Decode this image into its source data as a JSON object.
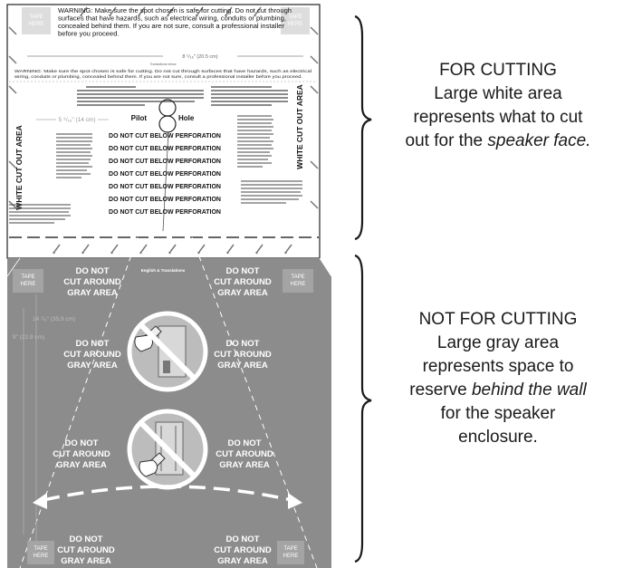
{
  "template": {
    "tape_label": [
      "TAPE",
      "HERE"
    ],
    "warning_main": [
      "WARNING: Make sure the spot chosen is safe for cutting. Do not cut through",
      "surfaces that have hazards, such as electrical wiring, conduits or plumbing,",
      "concealed behind them. If you are not sure, consult a professional installer",
      "before you proceed."
    ],
    "warning_secondary": [
      "WARNING: Make sure the spot chosen is safe for cutting. Do not cut through surfaces that have hazards, such as electrical",
      "wiring, conduits or plumbing, concealed behind them. If you are not sure, consult a professional installer before you proceed."
    ],
    "width_dimension": "8 ⁵/₁₆\" (20.5 cm)",
    "translations": "Translations below",
    "inner_dimension": "5 ⁹/₁₆\" (14 cm)",
    "white_cut_out_area": "WHITE CUT OUT AREA",
    "pilot_label": "Pilot",
    "hole_label": "Hole",
    "do_not_cut_below": "DO NOT CUT BELOW PERFORATION",
    "gray_area_label": [
      "DO NOT",
      "CUT AROUND",
      "GRAY AREA"
    ],
    "english_translations": "English & Translations",
    "gray_dimension_1": "14 ¹/₈\" (35.9 cm)",
    "gray_dimension_2": "9\" (22.9 cm)"
  },
  "cutting_note": {
    "title": "FOR CUTTING",
    "line1": "Large white area",
    "line2": "represents what to cut",
    "line3_prefix": "out for the ",
    "line3_em": "speaker face."
  },
  "not_cutting_note": {
    "title": "NOT FOR CUTTING",
    "line1": "Large gray area",
    "line2": "represents space to",
    "line3_prefix": "reserve ",
    "line3_em": "behind the wall",
    "line4": "for the speaker",
    "line5": "enclosure."
  },
  "colors": {
    "gray_area": "#8c8c8c",
    "template_white": "#ffffff",
    "outline": "#333333",
    "brace": "#1a1a1a"
  }
}
